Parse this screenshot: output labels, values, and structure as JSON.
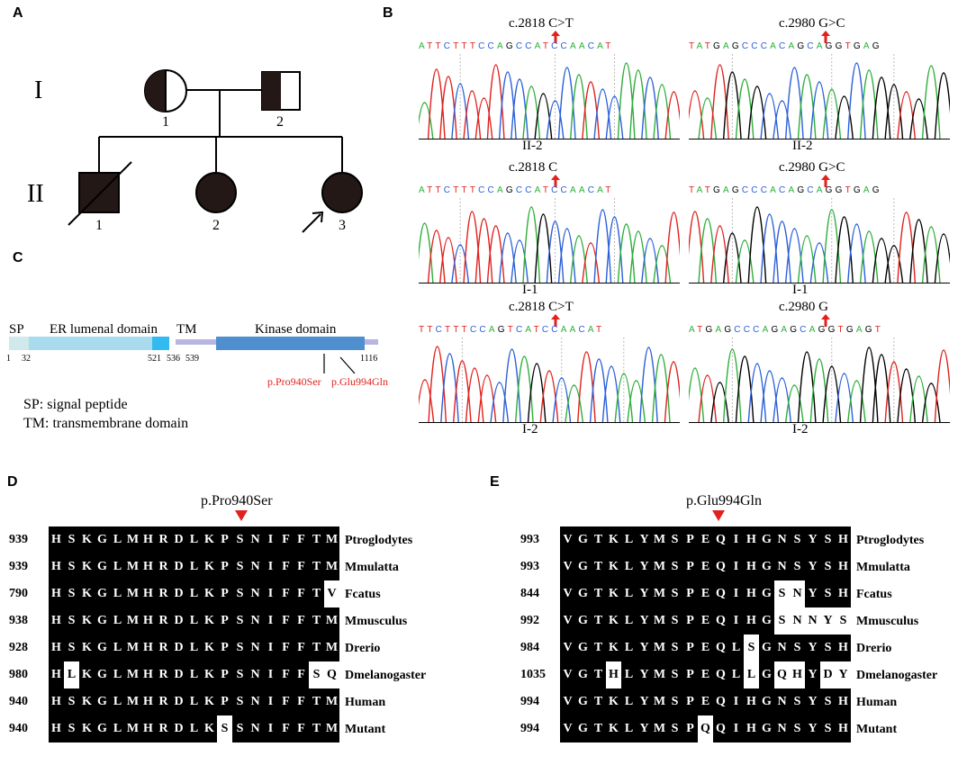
{
  "panels": {
    "A": "A",
    "B": "B",
    "C": "C",
    "D": "D",
    "E": "E"
  },
  "pedigree": {
    "gen1": "I",
    "gen2": "II",
    "ind_I1": "1",
    "ind_I2": "2",
    "ind_II1": "1",
    "ind_II2": "2",
    "ind_II3": "3"
  },
  "chromatograms": [
    {
      "mutation": "c.2818 C>T",
      "seq": "ATTCTTTCCAGCCATCCAACAT",
      "label": "II-2"
    },
    {
      "mutation": "c.2980 G>C",
      "seq": "TATGAGCCCACAGCAGGTGAG",
      "label": "II-2"
    },
    {
      "mutation": "c.2818 C",
      "seq": "ATTCTTTCCAGCCATCCAACAT",
      "label": "I-1"
    },
    {
      "mutation": "c.2980 G>C",
      "seq": "TATGAGCCCACAGCAGGTGAG",
      "label": "I-1"
    },
    {
      "mutation": "c.2818 C>T",
      "seq": "TTCTTTCCAGTCATCCAACAT",
      "label": "I-2"
    },
    {
      "mutation": "c.2980 G",
      "seq": "ATGAGCCCAGAGCAGGTGAGT",
      "label": "I-2"
    }
  ],
  "domain_map": {
    "sp": "SP",
    "er": "ER lumenal domain",
    "tm": "TM",
    "kinase": "Kinase domain",
    "pos1": "1",
    "pos32": "32",
    "pos521": "521",
    "pos536": "536",
    "pos539": "539",
    "pos1116": "1116",
    "mut1": "p.Pro940Ser",
    "mut2": "p.Glu994Gln",
    "legend_sp": "SP: signal peptide",
    "legend_tm": "TM: transmembrane domain"
  },
  "colors": {
    "red": "#e0211d",
    "sp": "#cfe9ec",
    "er": "#a8dbed",
    "tm": "#33bbef",
    "kinase": "#4f8fcf",
    "linker": "#b7b4e2"
  },
  "alignment_D": {
    "title": "p.Pro940Ser",
    "rows": [
      {
        "num": "939",
        "res": "HSKGLMHRDLKPSNIFFTM",
        "white": [],
        "species": "Ptroglodytes"
      },
      {
        "num": "939",
        "res": "HSKGLMHRDLKPSNIFFTM",
        "white": [],
        "species": "Mmulatta"
      },
      {
        "num": "790",
        "res": "HSKGLMHRDLKPSNIFFT V",
        "white": [
          18
        ],
        "species": "Fcatus"
      },
      {
        "num": "938",
        "res": "HSKGLMHRDLKPSNIFFTM",
        "white": [],
        "species": "Mmusculus"
      },
      {
        "num": "928",
        "res": "HSKGLMHRDLKPSNIFFTM",
        "white": [],
        "species": "Drerio"
      },
      {
        "num": "980",
        "res": "HLKGLMHRDLKPSNIFFSQ",
        "white": [
          1,
          17,
          18
        ],
        "species": "Dmelanogaster"
      },
      {
        "num": "940",
        "res": "HSKGLMHRDLKPSNIFFTM",
        "white": [],
        "species": "Human"
      },
      {
        "num": "940",
        "res": "HSKGLMHRDLKSSNIFFTM",
        "white": [
          11
        ],
        "species": "Mutant"
      }
    ]
  },
  "alignment_E": {
    "title": "p.Glu994Gln",
    "rows": [
      {
        "num": "993",
        "res": "VGTKLYMSPEQIHGNSYSH",
        "white": [],
        "species": "Ptroglodytes"
      },
      {
        "num": "993",
        "res": "VGTKLYMSPEQIHGNSYSH",
        "white": [],
        "species": "Mmulatta"
      },
      {
        "num": "844",
        "res": "VGTKLYMSPEQIHGSNYSH",
        "white": [
          14,
          15
        ],
        "species": "Fcatus"
      },
      {
        "num": "992",
        "res": "VGTKLYMSPEQIHGSNNYS",
        "white": [
          14,
          15,
          16,
          17,
          18
        ],
        "species": "Mmusculus"
      },
      {
        "num": "984",
        "res": "VGTKLYMSPEQLSGNSYSH",
        "white": [
          12
        ],
        "species": "Drerio"
      },
      {
        "num": "1035",
        "res": "VGTHLYMSPEQLLGQHYDY",
        "white": [
          3,
          12,
          14,
          15,
          17,
          18
        ],
        "species": "Dmelanogaster"
      },
      {
        "num": "994",
        "res": "VGTKLYMSPEQIHGNSYSH",
        "white": [],
        "species": "Human"
      },
      {
        "num": "994",
        "res": "VGTKLYMSPQQIHGNSYSH",
        "white": [
          9
        ],
        "species": "Mutant"
      }
    ]
  }
}
